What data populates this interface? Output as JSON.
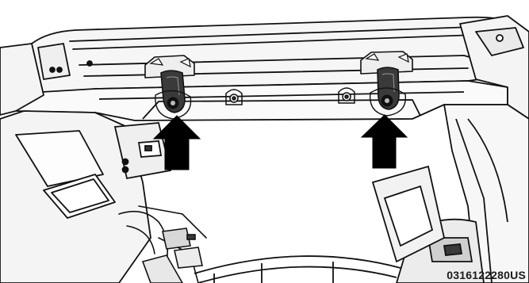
{
  "figure": {
    "id_label": "0316122280US"
  },
  "callouts": [
    {
      "name": "arrow-left",
      "target": "mounting-bracket-left"
    },
    {
      "name": "arrow-right",
      "target": "mounting-bracket-right"
    }
  ],
  "colors": {
    "background": "#ffffff",
    "line": "#111111",
    "fill_light": "#f6f6f6",
    "fill_mid": "#d2d2d2",
    "fill_dark": "#3a3a3a",
    "arrow": "#000000"
  }
}
